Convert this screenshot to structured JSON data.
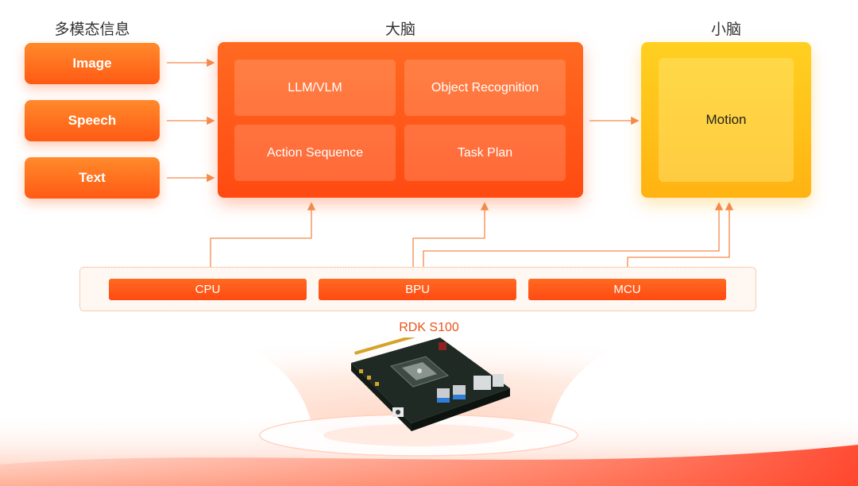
{
  "headings": {
    "multimodal": "多模态信息",
    "big_brain": "大脑",
    "small_brain": "小脑"
  },
  "inputs": [
    "Image",
    "Speech",
    "Text"
  ],
  "big_brain_modules": [
    "LLM/VLM",
    "Object Recognition",
    "Action Sequence",
    "Task Plan"
  ],
  "small_brain_module": "Motion",
  "hardware": [
    "CPU",
    "BPU",
    "MCU"
  ],
  "board": "RDK S100",
  "colors": {
    "accent_orange": "#ff5a14",
    "accent_yellow": "#ffc21a",
    "arrow": "#f5894a"
  }
}
